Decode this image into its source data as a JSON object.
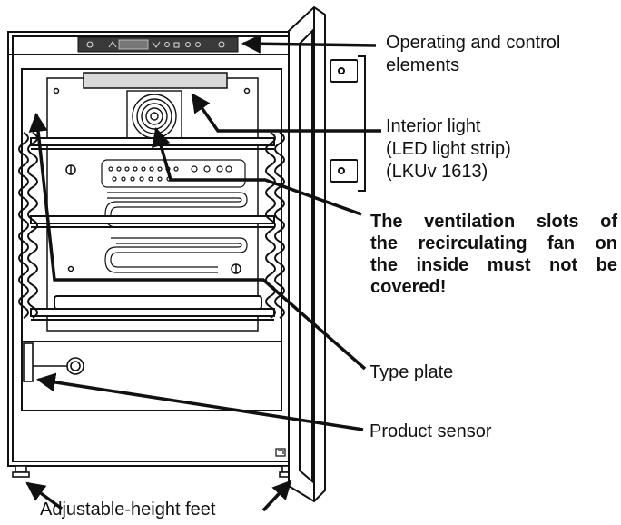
{
  "labels": {
    "operating": [
      "Operating and control",
      "elements"
    ],
    "interior_light": [
      "Interior light",
      "(LED light strip)",
      "(LKUv 1613)"
    ],
    "ventilation_warning": [
      "The ventilation slots of",
      "the recirculating fan on",
      "the inside must not be",
      "covered!"
    ],
    "type_plate": "Type plate",
    "product_sensor": "Product sensor",
    "feet": "Adjustable-height feet"
  },
  "icons": [
    "power-icon",
    "up-arrow-icon",
    "display-window",
    "down-arrow-icon",
    "light-icon",
    "lock-icon",
    "alarm-icon",
    "settings-icon",
    "power-icon"
  ],
  "colors": {
    "line": "#111111",
    "fill": "#ffffff",
    "light_strip": "#d9d9d9",
    "control_panel": "#3a3a3a"
  }
}
